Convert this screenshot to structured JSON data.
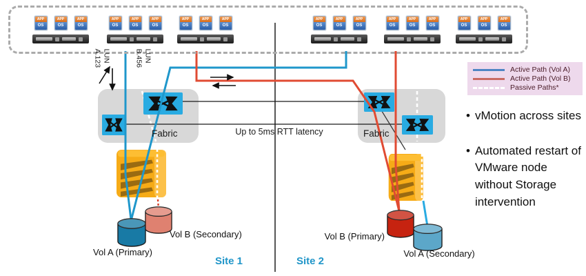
{
  "cluster": {
    "vm_app_label": "APP",
    "vm_os_label": "OS"
  },
  "luns": {
    "a_line1": "LUN",
    "a_line2": "A.123",
    "b_line1": "LUN",
    "b_line2": "B.456"
  },
  "fabric": {
    "left_label": "Fabric",
    "right_label": "Fabric"
  },
  "latency_label": "Up to 5ms RTT latency",
  "legend": {
    "active_a": "Active Path (Vol A)",
    "active_b": "Active Path (Vol B)",
    "passive": "Passive Paths*"
  },
  "volumes": {
    "a_primary": "Vol A (Primary)",
    "b_secondary": "Vol B (Secondary)",
    "b_primary": "Vol B (Primary)",
    "a_secondary": "Vol A (Secondary)"
  },
  "sites": {
    "site1_label": "Site 1",
    "site2_label": "Site 2"
  },
  "bullets": [
    "vMotion across sites",
    "Automated restart of VMware node without Storage intervention"
  ],
  "colors": {
    "active_path_vol_a": "#1f97cb",
    "active_path_vol_b": "#e04b33",
    "passive_path": "#ffffff",
    "site_label": "#2196c9",
    "switch": "#29abe2",
    "storage": "#f6ab17",
    "legend_bg": "#eed9ec",
    "vol_a_primary": "#187aa5",
    "vol_b_secondary": "#df8170",
    "vol_b_primary": "#c62310",
    "vol_a_secondary": "#5ca7c9"
  }
}
